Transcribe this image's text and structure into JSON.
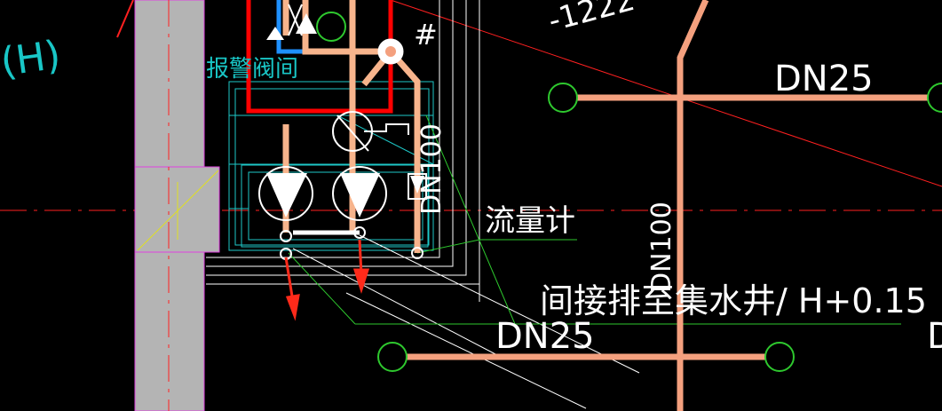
{
  "labels": {
    "alarm_valve": "报警阀间",
    "flowmeter": "流量计",
    "dn25_top": "DN25",
    "dn25_bottom": "DN25",
    "dn100_vertical_left": "DN100",
    "dn100_vertical_right": "DN100",
    "drain_note": "间接排至集水井/ H+0.15",
    "axis_h": "(H)",
    "pipe_ref": "-1222",
    "hash_mark": "#",
    "edge_letter": "D"
  },
  "colors": {
    "background": "#000000",
    "pipe_salmon": "#f4a07e",
    "pipe_orange": "#f7b48c",
    "wall_gray": "#b4b4b4",
    "wall_magenta": "#e040e0",
    "red_frame": "#ff0000",
    "blue_pipe": "#1e90ff",
    "cyan_line": "#1ec8c8",
    "green_line": "#2ec82e",
    "white_line": "#ffffff",
    "red_axis": "#ff2020",
    "red_arrow": "#ff2a1a"
  }
}
